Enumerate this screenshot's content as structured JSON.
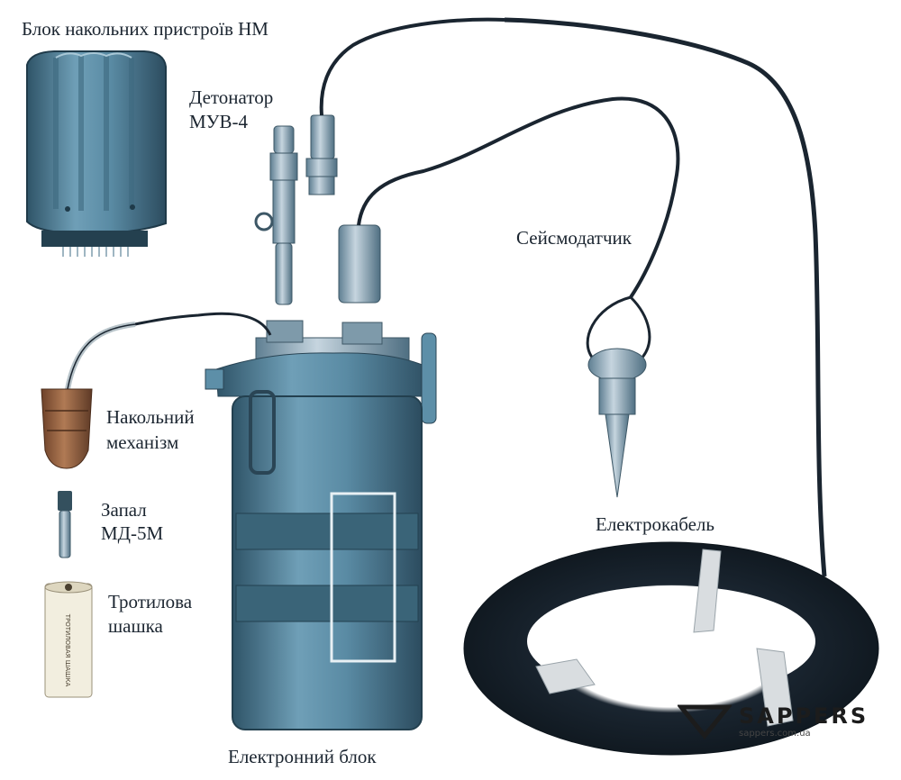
{
  "labels": {
    "hm_block": "Блок накольних пристроїв НМ",
    "detonator_line1": "Детонатор",
    "detonator_line2": "МУВ-4",
    "seismic_sensor": "Сейсмодатчик",
    "striker_line1": "Накольний",
    "striker_line2": "механізм",
    "fuze_line1": "Запал",
    "fuze_line2": "МД-5М",
    "tnt_line1": "Тротилова",
    "tnt_line2": "шашка",
    "electric_cable": "Електрокабель",
    "electronic_block": "Електронний блок"
  },
  "tnt_block_print": "ТРОТИЛОВАЯ ШАШКА",
  "watermark": {
    "name": "SAPPERS",
    "url": "sappers.com.ua"
  },
  "colors": {
    "metal_blue": "#5d8fa8",
    "metal_dark": "#2f5468",
    "cable": "#1a2530",
    "striker_brown": "#8a5a3c",
    "paper": "#f2eedf"
  }
}
